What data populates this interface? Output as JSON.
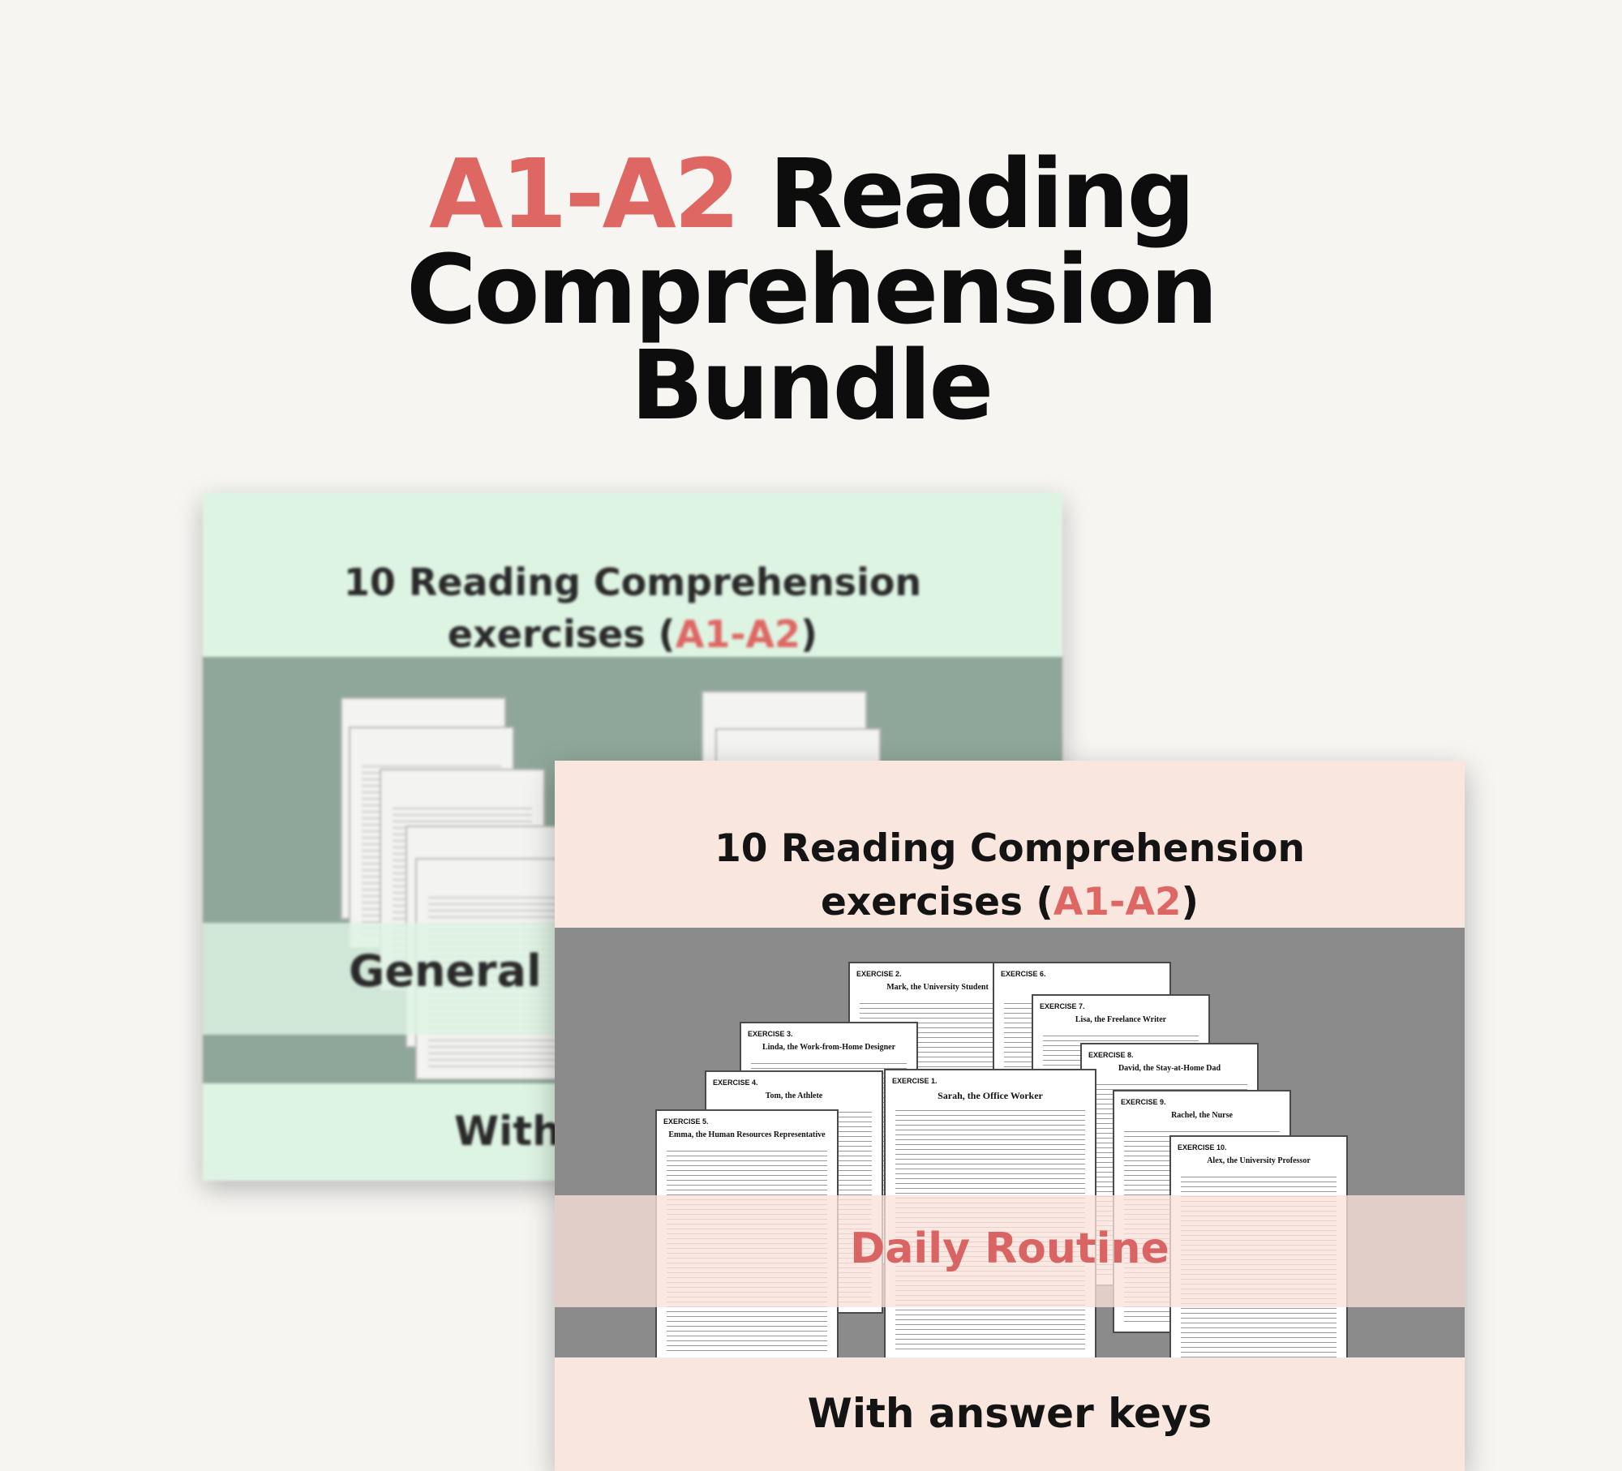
{
  "title": {
    "accent": "A1-A2",
    "line1_rest": " Reading",
    "line2": "Comprehension",
    "line3": "Bundle"
  },
  "back_card": {
    "heading_line1": "10 Reading Comprehension",
    "heading_line2_pre": "exercises (",
    "heading_line2_accent": "A1-A2",
    "heading_line2_post": ")",
    "band_text": "General to",
    "footer_text": "With"
  },
  "front_card": {
    "heading_line1": "10 Reading Comprehension",
    "heading_line2_pre": "exercises (",
    "heading_line2_accent": "A1-A2",
    "heading_line2_post": ")",
    "band_text": "Daily Routine",
    "footer_text": "With answer keys",
    "pages": [
      {
        "exercise": "EXERCISE 5.",
        "title": "Emma, the Human Resources Representative"
      },
      {
        "exercise": "EXERCISE 4.",
        "title": "Tom, the Athlete"
      },
      {
        "exercise": "EXERCISE 3.",
        "title": "Linda, the Work-from-Home Designer"
      },
      {
        "exercise": "EXERCISE 2.",
        "title": "Mark, the University Student"
      },
      {
        "exercise": "EXERCISE 6.",
        "title": ""
      },
      {
        "exercise": "EXERCISE 7.",
        "title": "Lisa, the Freelance Writer"
      },
      {
        "exercise": "EXERCISE 8.",
        "title": "David, the Stay-at-Home Dad"
      },
      {
        "exercise": "EXERCISE 9.",
        "title": "Rachel, the Nurse"
      },
      {
        "exercise": "EXERCISE 10.",
        "title": "Alex, the University Professor"
      },
      {
        "exercise": "EXERCISE 1.",
        "title": "Sarah, the Office Worker"
      }
    ]
  },
  "colors": {
    "accent": "#de6764",
    "background": "#f6f5f2",
    "green_panel": "#def4e3",
    "green_card": "#8fa79a",
    "pink_panel": "#f9e6df",
    "gray_card": "#8b8b8b"
  }
}
